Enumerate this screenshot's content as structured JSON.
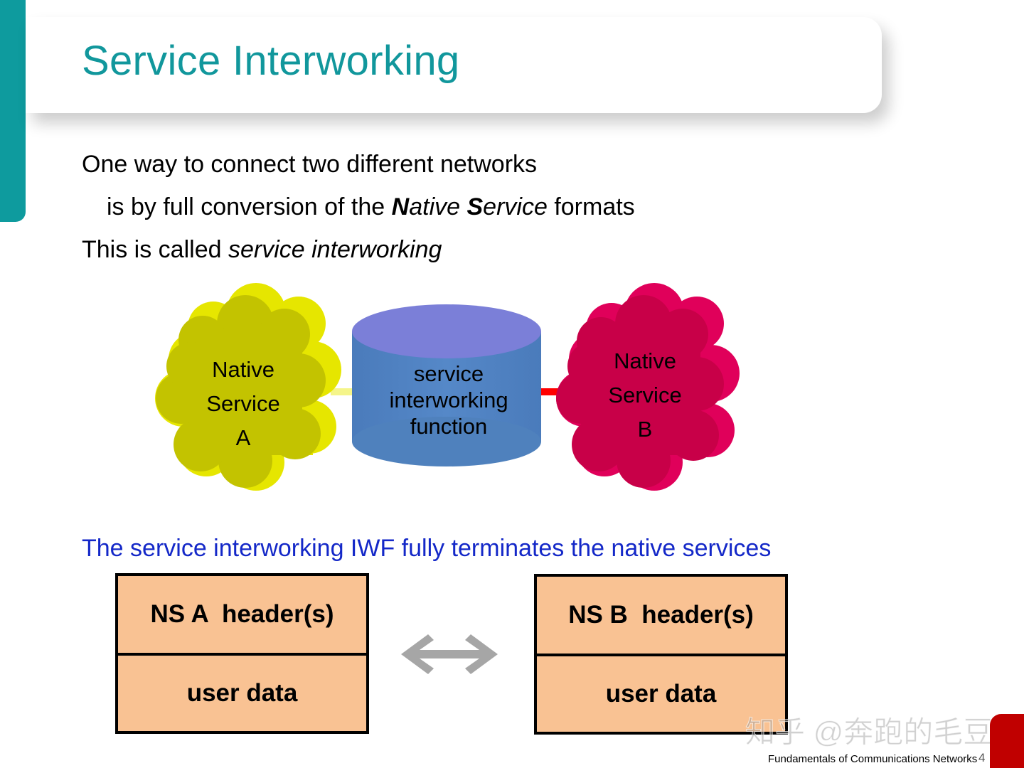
{
  "slide": {
    "title": "Service Interworking",
    "intro": {
      "line1": "One way to connect two different networks",
      "line2_prefix": "is by full conversion of the ",
      "line2_bold1": "N",
      "line2_ital1": "ative ",
      "line2_bold2": "S",
      "line2_ital2": "ervice",
      "line2_suffix": " formats",
      "line3_prefix": "This is called ",
      "line3_italic": "service interworking"
    },
    "diagram": {
      "cloud_a": {
        "line1": "Native",
        "line2": "Service",
        "line3": "A",
        "color": "#c8c800"
      },
      "iwf": {
        "line1": "service",
        "line2": "interworking",
        "line3": "function",
        "color": "#4f81bd",
        "top_color": "#7b7fd8"
      },
      "cloud_b": {
        "line1": "Native",
        "line2": "Service",
        "line3": "B",
        "color": "#c8004a"
      },
      "link_a_color": "#f5f58a",
      "link_b_color": "#ff0000"
    },
    "iwf_caption": "The service interworking IWF fully terminates the native services",
    "stack_a": {
      "header": "NS A  header(s)",
      "data": "user data"
    },
    "stack_b": {
      "header": "NS B  header(s)",
      "data": "user data"
    },
    "arrow_icon": "double-headed-arrow-icon",
    "footer": "Fundamentals of Communications Networks",
    "page_number": "4",
    "watermark": "知乎 @奔跑的毛豆",
    "accent_color": "#0e9b9e"
  }
}
